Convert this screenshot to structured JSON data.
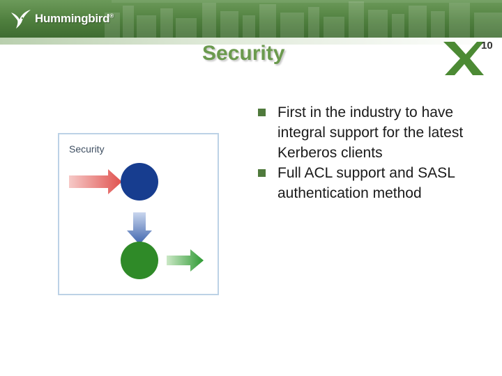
{
  "brand": {
    "name": "Hummingbird",
    "reg": "®"
  },
  "badge": {
    "label": "X",
    "sup": "10"
  },
  "slide": {
    "title": "Security"
  },
  "figure": {
    "label": "Security"
  },
  "bullets": [
    "First in the industry to have integral support for the latest Kerberos clients",
    "Full ACL support and SASL authentication method"
  ],
  "colors": {
    "title": "#6b9a4e",
    "header": "#4f7f3e",
    "bullet_marker": "#4f7a3c",
    "blue_circle": "#173d8f",
    "green_circle": "#2f8a28",
    "red_arrow": "#e0605f",
    "green_arrow": "#3b9a3b",
    "blue_arrow": "#5277b8"
  }
}
